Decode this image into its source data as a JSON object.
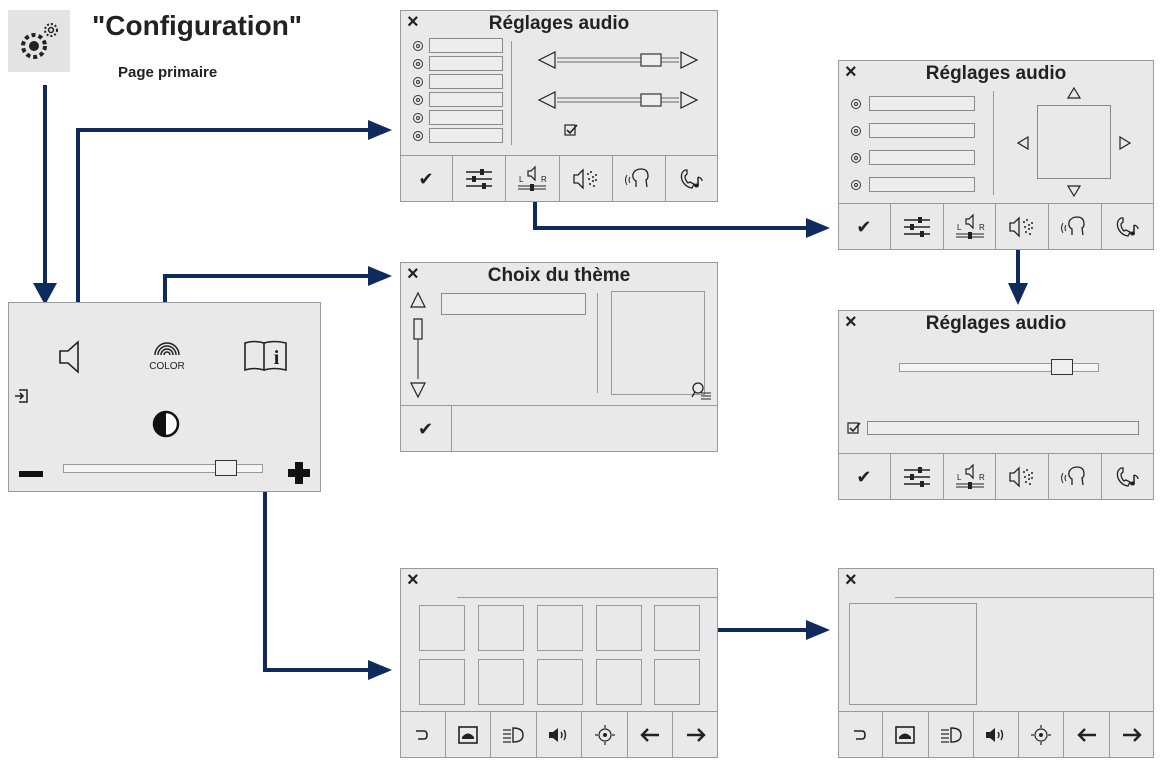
{
  "header": {
    "title": "\"Configuration\"",
    "subtitle": "Page primaire",
    "icon": "gears-icon"
  },
  "main_panel": {
    "icons": [
      "speaker-icon",
      "color-rainbow-icon",
      "book-info-icon",
      "exit-icon",
      "contrast-icon",
      "minus-icon",
      "plus-icon"
    ],
    "color_label": "COLOR",
    "slider_level": 0.85
  },
  "audio_panel_1": {
    "title": "Réglages audio",
    "slider_levels": [
      0.8,
      0.8
    ],
    "checkbox": true
  },
  "audio_panel_2": {
    "title": "Réglages audio"
  },
  "audio_panel_3": {
    "title": "Réglages audio",
    "slider_level": 0.85,
    "checkbox": true
  },
  "theme_panel": {
    "title": "Choix du thème"
  },
  "audio_toolbar": {
    "items": [
      {
        "name": "confirm",
        "glyph": "✔"
      },
      {
        "name": "equalizer",
        "glyph": ""
      },
      {
        "name": "balance-lr",
        "glyph": "L R"
      },
      {
        "name": "surround",
        "glyph": ""
      },
      {
        "name": "voice",
        "glyph": ""
      },
      {
        "name": "ringtone",
        "glyph": ""
      }
    ],
    "lr_labels": [
      "L",
      "R"
    ]
  },
  "info_toolbar": {
    "items": [
      "back",
      "dashboard",
      "headlight",
      "volume",
      "settings",
      "previous",
      "next"
    ]
  },
  "colors": {
    "panel_bg": "#e9e9ea",
    "arrow": "#0f2a5c"
  }
}
